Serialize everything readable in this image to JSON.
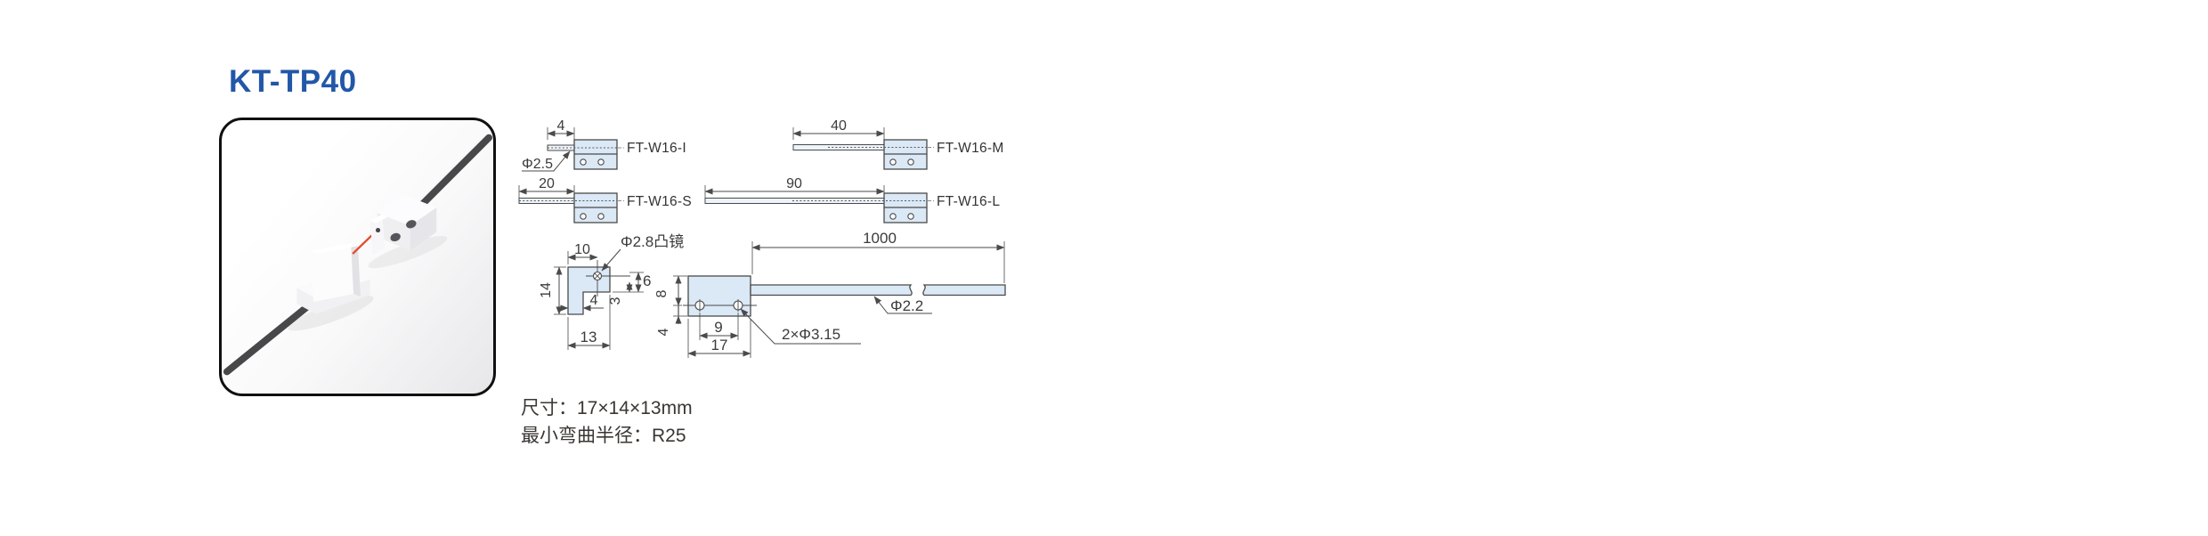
{
  "title": "KT-TP40",
  "variants": {
    "i": {
      "label": "FT-W16-I",
      "tail_length": "4",
      "fiber_dia": "Φ2.5"
    },
    "m": {
      "label": "FT-W16-M",
      "tail_length": "40"
    },
    "s": {
      "label": "FT-W16-S",
      "tail_length": "20"
    },
    "l": {
      "label": "FT-W16-L",
      "tail_length": "90"
    }
  },
  "side_view": {
    "lens_label": "Φ2.8凸镜",
    "top_width": "10",
    "height": "14",
    "lens_depth": "6",
    "step": "3",
    "leg_width": "4",
    "width": "13"
  },
  "front_view": {
    "top_to_hole": "8",
    "hole_to_bottom": "4",
    "hole_spacing": "9",
    "width": "17",
    "holes_label": "2×Φ3.15",
    "cable_length": "1000",
    "cable_dia": "Φ2.2"
  },
  "specs": {
    "size": "尺寸：17×14×13mm",
    "min_bend_radius": "最小弯曲半径：R25"
  },
  "colors": {
    "accent_blue": "#2257a8",
    "drawing_fill": "#dbe8f5",
    "beam_red": "#e64a2e",
    "cable_dark": "#48484b"
  }
}
